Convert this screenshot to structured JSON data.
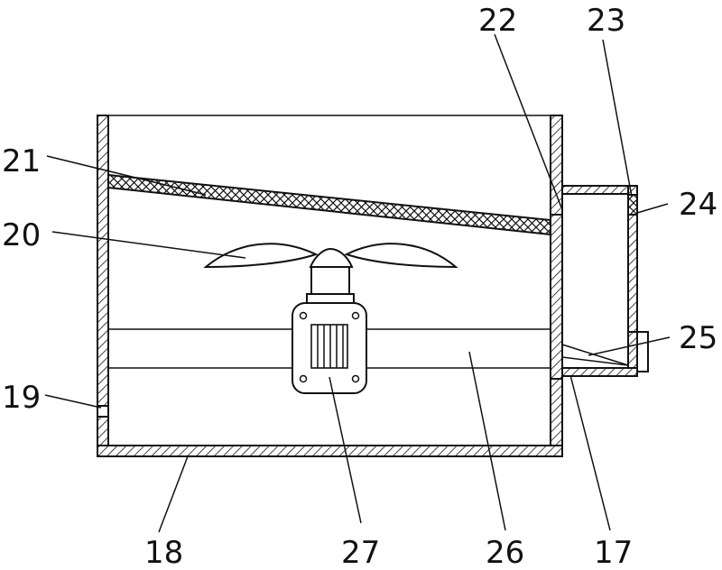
{
  "labels": {
    "l17": "17",
    "l18": "18",
    "l19": "19",
    "l20": "20",
    "l21": "21",
    "l22": "22",
    "l23": "23",
    "l24": "24",
    "l25": "25",
    "l26": "26",
    "l27": "27"
  }
}
